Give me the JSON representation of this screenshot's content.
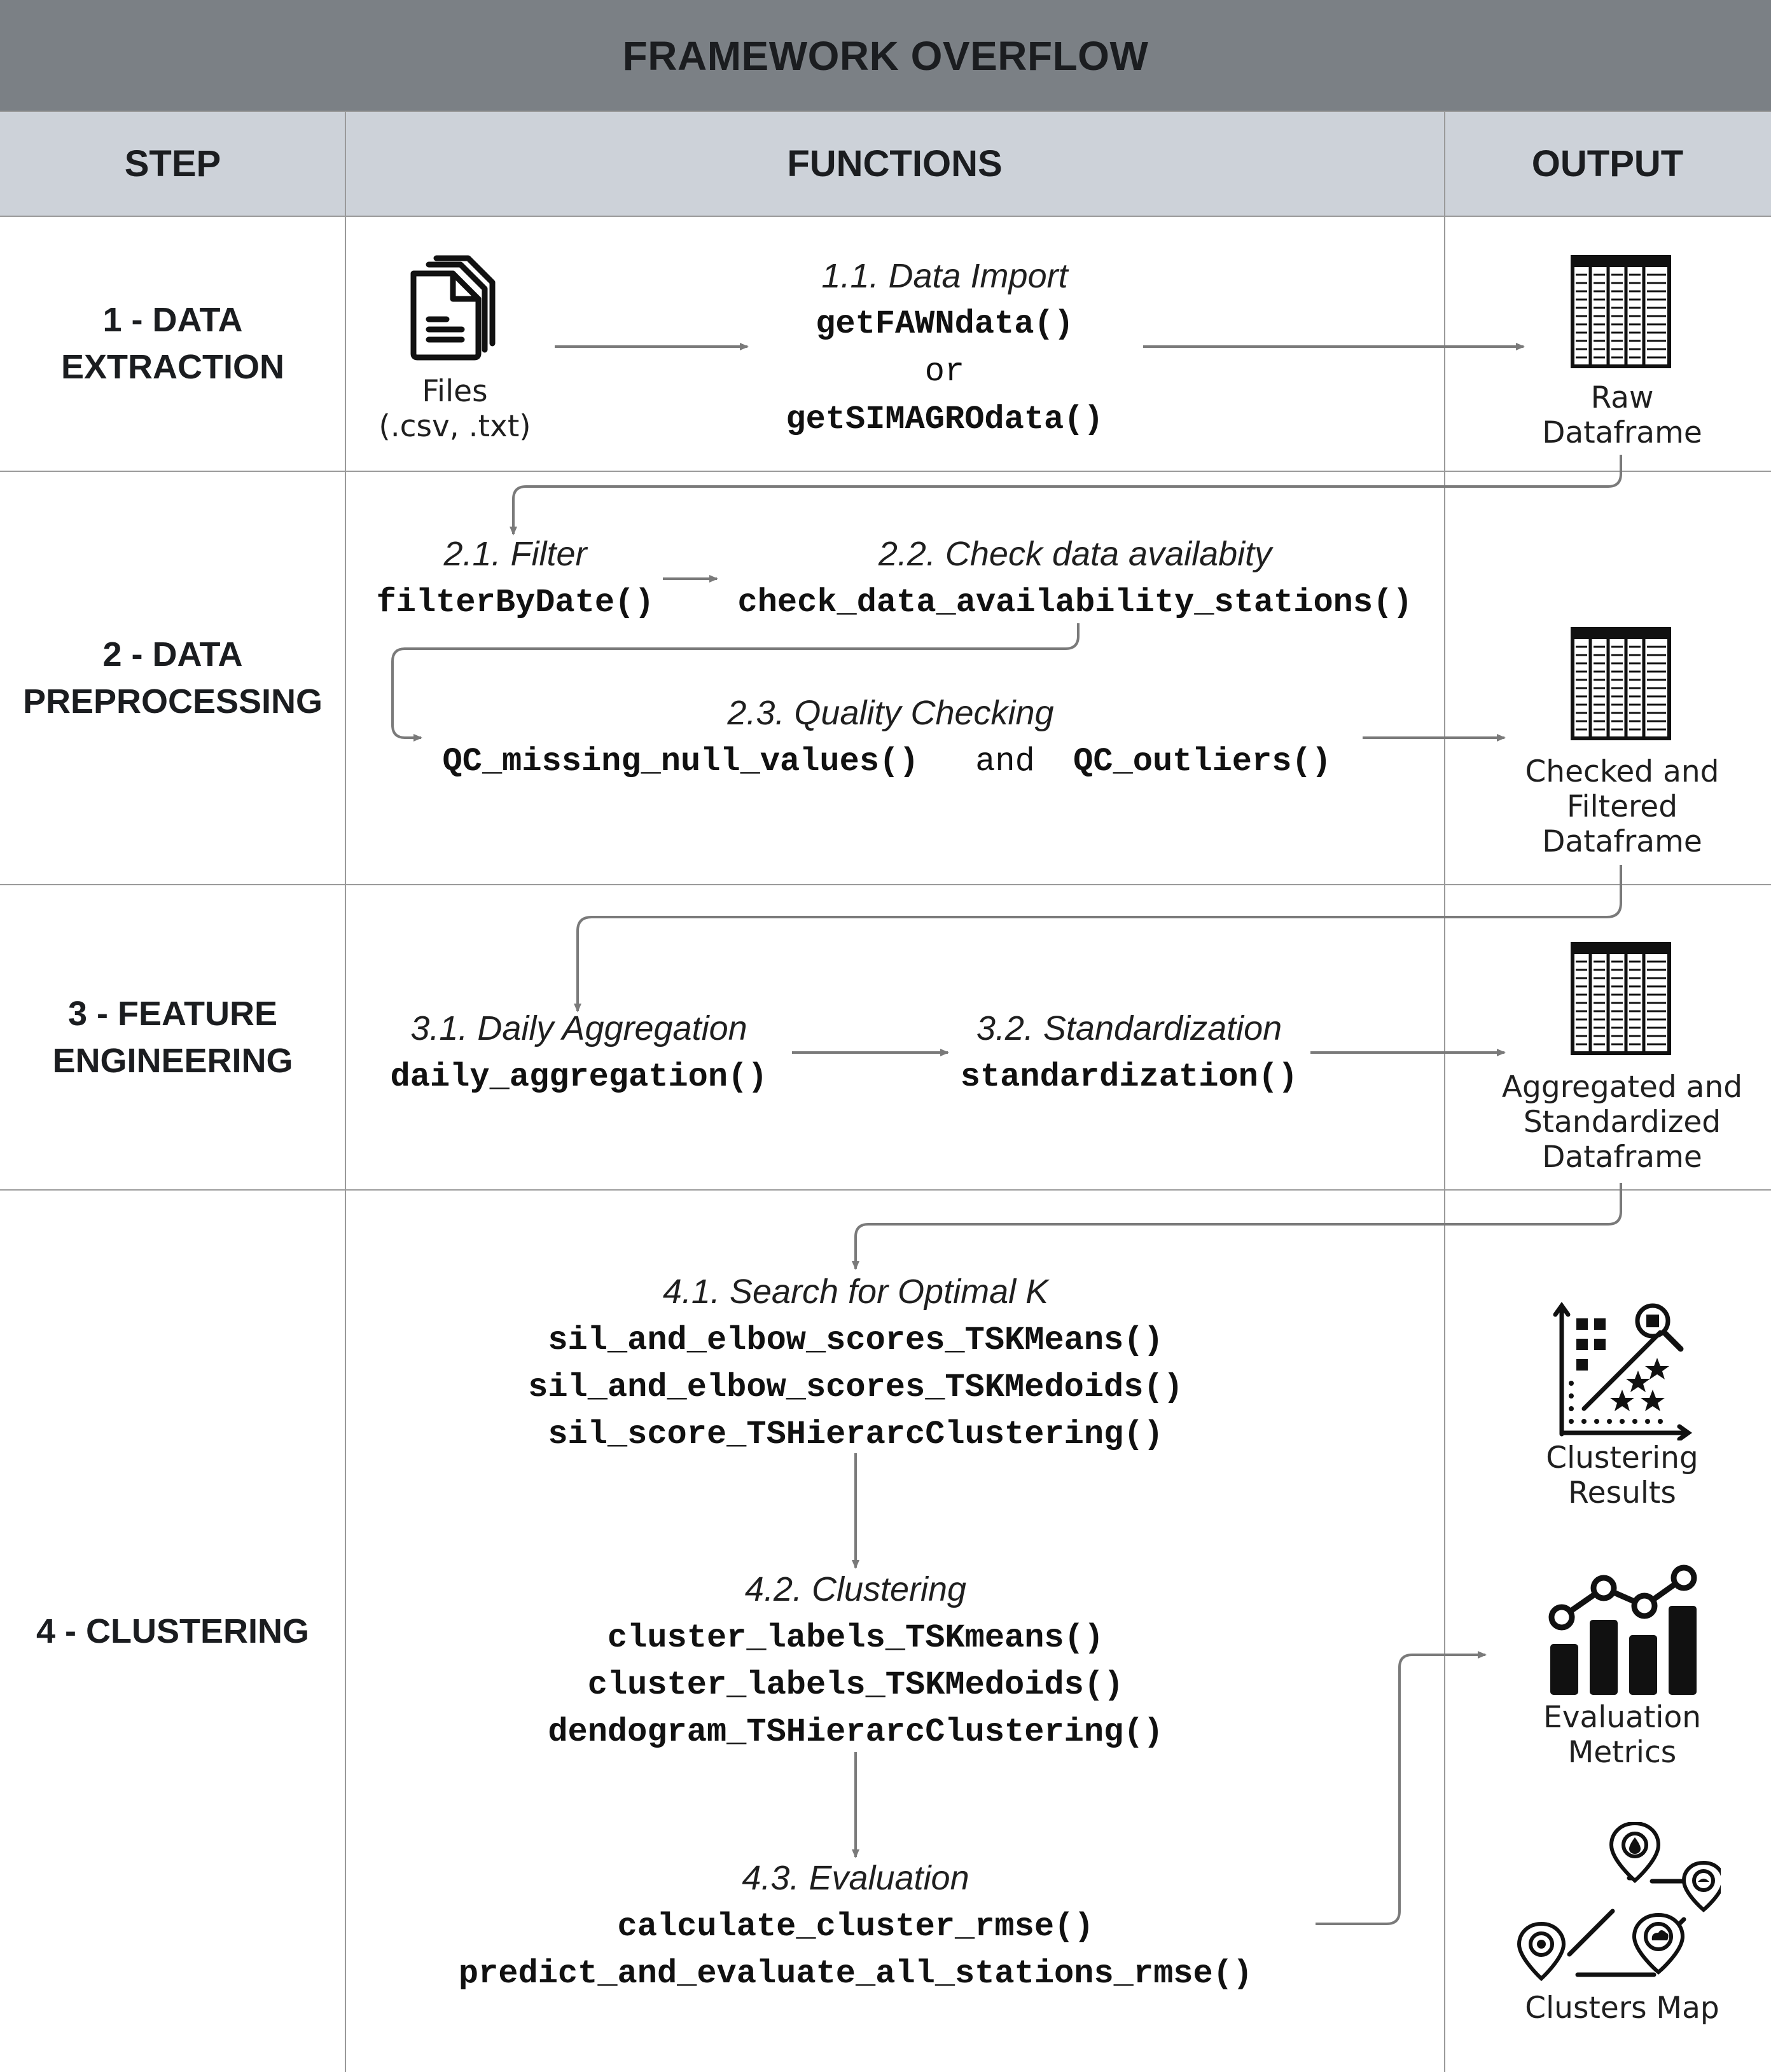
{
  "title": "FRAMEWORK OVERFLOW",
  "headers": {
    "step": "STEP",
    "functions": "FUNCTIONS",
    "output": "OUTPUT"
  },
  "steps": [
    {
      "line1": "1 - DATA",
      "line2": "EXTRACTION"
    },
    {
      "line1": "2 - DATA",
      "line2": "PREPROCESSING"
    },
    {
      "line1": "3 - FEATURE",
      "line2": "ENGINEERING"
    },
    {
      "line1": "4 - CLUSTERING",
      "line2": ""
    }
  ],
  "step1": {
    "files_label": "Files",
    "files_ext": "(.csv, .txt)",
    "title": "1.1. Data Import",
    "func_a": "getFAWNdata()",
    "or": "or",
    "func_b": "getSIMAGROdata()",
    "output": [
      "Raw",
      "Dataframe"
    ]
  },
  "step2": {
    "filter_title": "2.1. Filter",
    "filter_func": "filterByDate()",
    "check_title": "2.2. Check data availabity",
    "check_func": "check_data_availability_stations()",
    "qc_title": "2.3. Quality Checking",
    "qc_func_a": "QC_missing_null_values()",
    "and": "and",
    "qc_func_b": "QC_outliers()",
    "output": [
      "Checked and",
      "Filtered",
      "Dataframe"
    ]
  },
  "step3": {
    "agg_title": "3.1. Daily Aggregation",
    "agg_func": "daily_aggregation()",
    "std_title": "3.2. Standardization",
    "std_func": "standardization()",
    "output": [
      "Aggregated and",
      "Standardized",
      "Dataframe"
    ]
  },
  "step4": {
    "k_title": "4.1. Search for Optimal K",
    "k_funcs": [
      "sil_and_elbow_scores_TSKMeans()",
      "sil_and_elbow_scores_TSKMedoids()",
      "sil_score_TSHierarcClustering()"
    ],
    "cl_title": "4.2. Clustering",
    "cl_funcs": [
      "cluster_labels_TSKmeans()",
      "cluster_labels_TSKMedoids()",
      "dendogram_TSHierarcClustering()"
    ],
    "ev_title": "4.3. Evaluation",
    "ev_funcs": [
      "calculate_cluster_rmse()",
      "predict_and_evaluate_all_stations_rmse()"
    ],
    "outputs": {
      "clustering": [
        "Clustering",
        "Results"
      ],
      "metrics": [
        "Evaluation",
        "Metrics"
      ],
      "map": [
        "Clusters Map"
      ]
    }
  },
  "icons": [
    "document-stack-icon",
    "table-icon",
    "scatter-search-icon",
    "bar-line-chart-icon",
    "map-pins-icon"
  ],
  "colors": {
    "title_band": "#7b8085",
    "header_band": "#cdd2d9",
    "grid": "#9a9a9a",
    "arrow": "#7a7a7a",
    "icon": "#111111"
  }
}
